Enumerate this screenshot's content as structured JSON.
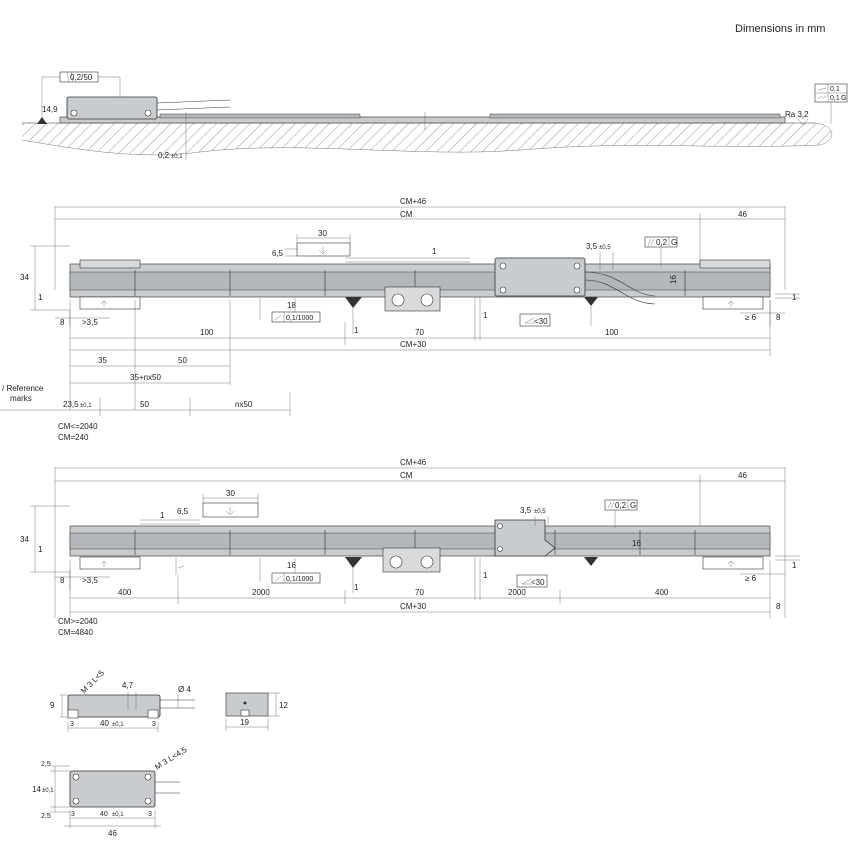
{
  "header": {
    "units_note": "Dimensions in mm"
  },
  "side_view": {
    "parallelism_top": "0,2/50",
    "height": "14,9",
    "gap": "0,2",
    "gap_tol": "±0,1",
    "roughness": "Ra 3,2",
    "flatness_box_1": "0,1",
    "flatness_box_2": "0,1",
    "datum": "G"
  },
  "view_short": {
    "cm_plus_46": "CM+46",
    "cm": "CM",
    "d46": "46",
    "d30": "30",
    "d6_5": "6,5",
    "d1": "1",
    "d3_5_tol": "3,5",
    "tol_0_5": "±0,5",
    "tol_box": "0,2",
    "datum": "G",
    "d34": "34",
    "d16": "16",
    "d18": "18",
    "flatness_note": "0,1/1000",
    "d8": "8",
    "gt3_5": ">3,5",
    "ge6": "≥ 6",
    "angle": "<30",
    "d100": "100",
    "d70": "70",
    "d35": "35",
    "d50": "50",
    "cm_plus_30": "CM+30",
    "d35_nx50": "35+nx50",
    "ref_marks": "/ Reference",
    "ref_marks_2": "marks",
    "d23_5": "23,5",
    "tol_0_1": "±0,1",
    "nx50": "nx50",
    "cm_range_1": "CM<=2040",
    "cm_range_2": "CM=240"
  },
  "view_long": {
    "cm_plus_46": "CM+46",
    "cm": "CM",
    "d46": "46",
    "d30": "30",
    "d1": "1",
    "d6_5": "6,5",
    "d3_5_tol": "3,5",
    "tol_0_5": "±0,5",
    "tol_box": "0,2",
    "datum": "G",
    "d34": "34",
    "d16": "16",
    "flatness_note": "0,1/1000",
    "d8": "8",
    "gt3_5": ">3,5",
    "ge6": "≥ 6",
    "angle": "<30",
    "d400a": "400",
    "d2000a": "2000",
    "d70": "70",
    "d2000b": "2000",
    "d400b": "400",
    "cm_plus_30": "CM+30",
    "cm_range_1": "CM>=2040",
    "cm_range_2": "CM=4840"
  },
  "detail_front": {
    "thread": "M 3 L<5",
    "d4_7": "4,7",
    "dia": "Ø 4",
    "h9": "9",
    "d40": "40",
    "tol_0_1": "±0,1",
    "d3a": "3",
    "d3b": "3"
  },
  "detail_end": {
    "d12": "12",
    "d19": "19"
  },
  "detail_top": {
    "thread": "M 3 L<4,5",
    "d2_5a": "2,5",
    "d14": "14",
    "tol_0_1": "±0,1",
    "d2_5b": "2,5",
    "d40": "40",
    "tol_0_1b": "±0,1",
    "d46": "46",
    "d3a": "3",
    "d3b": "3"
  }
}
